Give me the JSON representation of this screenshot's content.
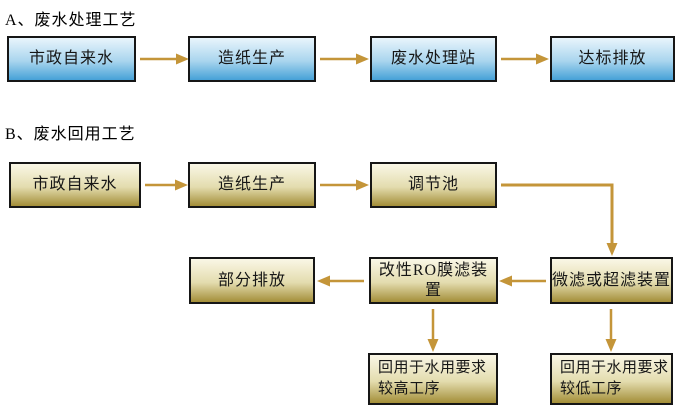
{
  "colors": {
    "arrow": "#c49539",
    "blue_top": "#e9f5fc",
    "blue_bottom": "#46a1d7",
    "gold_top": "#faf7e6",
    "gold_bottom": "#a38e38"
  },
  "section_a": {
    "title": "A、废水处理工艺",
    "boxes": [
      {
        "label": "市政自来水"
      },
      {
        "label": "造纸生产"
      },
      {
        "label": "废水处理站"
      },
      {
        "label": "达标排放"
      }
    ],
    "edges": [
      {
        "from": "市政自来水",
        "to": "造纸生产"
      },
      {
        "from": "造纸生产",
        "to": "废水处理站"
      },
      {
        "from": "废水处理站",
        "to": "达标排放"
      }
    ]
  },
  "section_b": {
    "title": "B、废水回用工艺",
    "row1": [
      {
        "label": "市政自来水"
      },
      {
        "label": "造纸生产"
      },
      {
        "label": "调节池"
      }
    ],
    "row2": [
      {
        "label": "部分排放"
      },
      {
        "label": "改性RO膜滤装置"
      },
      {
        "label": "微滤或超滤装置"
      }
    ],
    "row3": [
      {
        "label": "回用于水用要求较高工序",
        "line1": "回用于水用要求",
        "line2": "较高工序"
      },
      {
        "label": "回用于水用要求较低工序",
        "line1": "回用于水用要求",
        "line2": "较低工序"
      }
    ],
    "edges": [
      {
        "from": "市政自来水",
        "to": "造纸生产"
      },
      {
        "from": "造纸生产",
        "to": "调节池"
      },
      {
        "from": "调节池",
        "to": "微滤或超滤装置"
      },
      {
        "from": "微滤或超滤装置",
        "to": "改性RO膜滤装置"
      },
      {
        "from": "改性RO膜滤装置",
        "to": "部分排放"
      },
      {
        "from": "改性RO膜滤装置",
        "to": "回用于水用要求较高工序"
      },
      {
        "from": "微滤或超滤装置",
        "to": "回用于水用要求较低工序"
      }
    ]
  }
}
